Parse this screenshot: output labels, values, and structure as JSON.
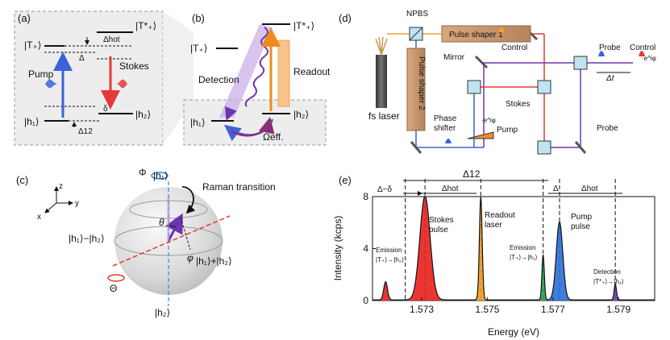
{
  "panel_a": {
    "label": "(a)",
    "levels": {
      "T_plus": "|T₊⟩",
      "T_star_plus": "|T*₊⟩",
      "h1": "|h₁⟩",
      "h2": "|h₂⟩"
    },
    "delta_hot": "Δhot",
    "delta": "Δ",
    "delta_small": "δ",
    "delta_12": "Δ12",
    "pump": "Pump",
    "stokes": "Stokes"
  },
  "panel_b": {
    "label": "(b)",
    "T_plus": "|T₊⟩",
    "T_star_plus": "|T*₊⟩",
    "h1": "|h₁⟩",
    "h2": "|h₂⟩",
    "detection": "Detection",
    "readout": "Readout",
    "omega": "Ωeff."
  },
  "panel_c": {
    "label": "(c)",
    "axis_z": "z",
    "axis_y": "y",
    "axis_x": "x",
    "phi_cap": "Φ",
    "north": "|h₁⟩",
    "south": "|h₂⟩",
    "raman": "Raman transition",
    "theta": "θ",
    "phi": "φ",
    "minus_state": "|h₁⟩−|h₂⟩",
    "plus_state": "|h₁⟩+|h₂⟩",
    "theta_cap": "Θ"
  },
  "panel_d": {
    "label": "(d)",
    "npbs": "NPBS",
    "shaper1": "Pulse shaper 1",
    "shaper2": "Pulse shaper 2",
    "fs_laser": "fs laser",
    "control_top": "Control",
    "probe_top": "Probe",
    "control_out": "Control",
    "phase_factor_out": "·e^iφ",
    "phase_factor_mid": "·e^iφ",
    "delta_t": "Δt",
    "mirror": "Mirror",
    "stokes": "Stokes",
    "phase_shifter_1": "Phase",
    "phase_shifter_2": "shifter",
    "pump": "Pump",
    "probe": "Probe"
  },
  "panel_e": {
    "label": "(e)",
    "delta_minus_delta": "Δ−δ",
    "delta_12": "Δ12",
    "delta_hot_1": "Δhot",
    "delta": "Δ",
    "delta_hot_2": "Δhot",
    "stokes_pulse_1": "Stokes",
    "stokes_pulse_2": "pulse",
    "readout_laser_1": "Readout",
    "readout_laser_2": "laser",
    "pump_pulse_1": "Pump",
    "pump_pulse_2": "pulse",
    "emission_left_1": "Emission",
    "emission_left_2": "|T₊⟩→|h₂⟩",
    "emission_mid_1": "Emission",
    "emission_mid_2": "|T₊⟩→|h₁⟩",
    "detection_1": "Detection",
    "detection_2": "|T*₊⟩→|h₁⟩",
    "y_label": "Intensity (kcps)",
    "x_label": "Energy (eV)",
    "y_ticks": [
      "0",
      "4",
      "8"
    ],
    "x_ticks": [
      "1.573",
      "1.575",
      "1.577",
      "1.579"
    ]
  },
  "chart_data": {
    "type": "line",
    "title": "",
    "xlabel": "Energy (eV)",
    "ylabel": "Intensity (kcps)",
    "xlim": [
      1.5715,
      1.5801
    ],
    "ylim": [
      0,
      8
    ],
    "x_ticks": [
      1.573,
      1.575,
      1.577,
      1.579
    ],
    "y_ticks": [
      0,
      4,
      8
    ],
    "peaks": [
      {
        "name": "Emission |T₊⟩→|h₂⟩",
        "center": 1.5719,
        "height": 1.4,
        "color": "#e02020"
      },
      {
        "name": "Stokes pulse",
        "center": 1.5731,
        "height": 8.0,
        "color": "#e8201c"
      },
      {
        "name": "Readout laser",
        "center": 1.5748,
        "height": 8.0,
        "color": "#f29a1f"
      },
      {
        "name": "Emission |T₊⟩→|h₁⟩",
        "center": 1.5767,
        "height": 3.5,
        "color": "#2e9e4f"
      },
      {
        "name": "Pump pulse",
        "center": 1.5772,
        "height": 6.0,
        "color": "#2a6fd6"
      },
      {
        "name": "Detection |T*₊⟩→|h₁⟩",
        "center": 1.5789,
        "height": 1.2,
        "color": "#6a3fb5"
      }
    ],
    "markers": [
      1.5725,
      1.5731,
      1.5748,
      1.5767,
      1.5772,
      1.5789
    ]
  },
  "colors": {
    "pump_blue": "#3a63d8",
    "stokes_red": "#e53935",
    "readout_orange": "#f2a03a",
    "detection_purple": "#7b3fb8"
  }
}
